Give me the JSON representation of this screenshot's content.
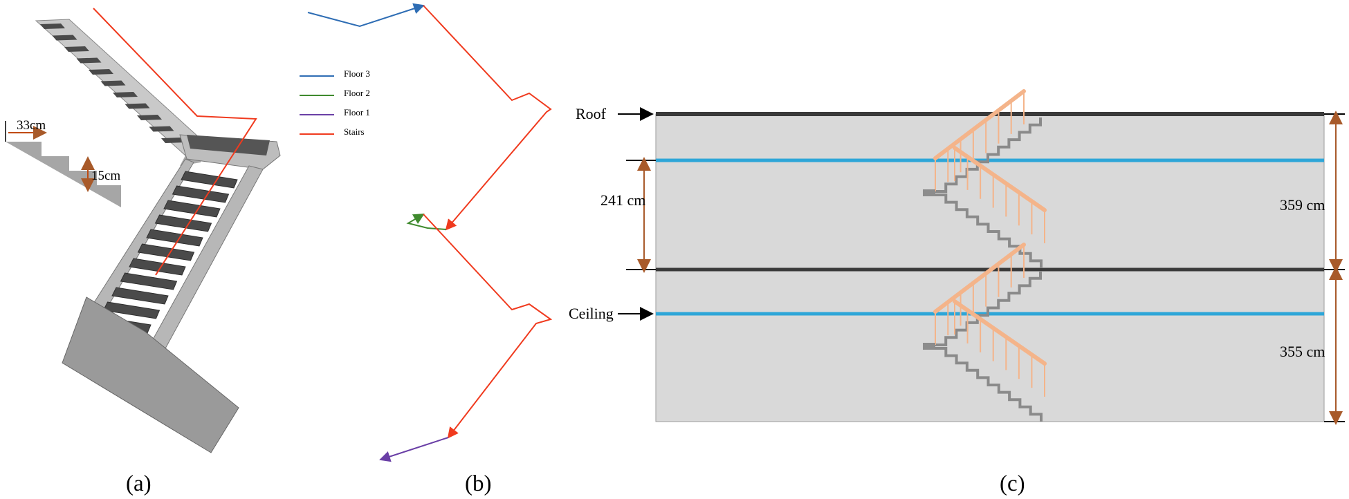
{
  "panel_a": {
    "tread_label": "33cm",
    "riser_label": "15cm",
    "caption": "(a)"
  },
  "panel_b": {
    "legend": [
      {
        "label": "Floor 3",
        "color": "#2e6db4"
      },
      {
        "label": "Floor 2",
        "color": "#3f8a2e"
      },
      {
        "label": "Floor 1",
        "color": "#6a3fa6"
      },
      {
        "label": "Stairs",
        "color": "#f03a1e"
      }
    ],
    "caption": "(b)"
  },
  "panel_c": {
    "roof_label": "Roof",
    "ceiling_label": "Ceiling",
    "clear_height_label": "241 cm",
    "upper_floor_label": "359 cm",
    "lower_floor_label": "355 cm",
    "caption": "(c)"
  },
  "colors": {
    "wall": "#d9d9d9",
    "slab": "#3a3a3a",
    "ceiling_line": "#2ea6d8",
    "dimension": "#a85a2a",
    "handrail": "#f4b48a",
    "stair_gray": "#8a8a8a",
    "tread_dark": "#4a4a4a"
  }
}
